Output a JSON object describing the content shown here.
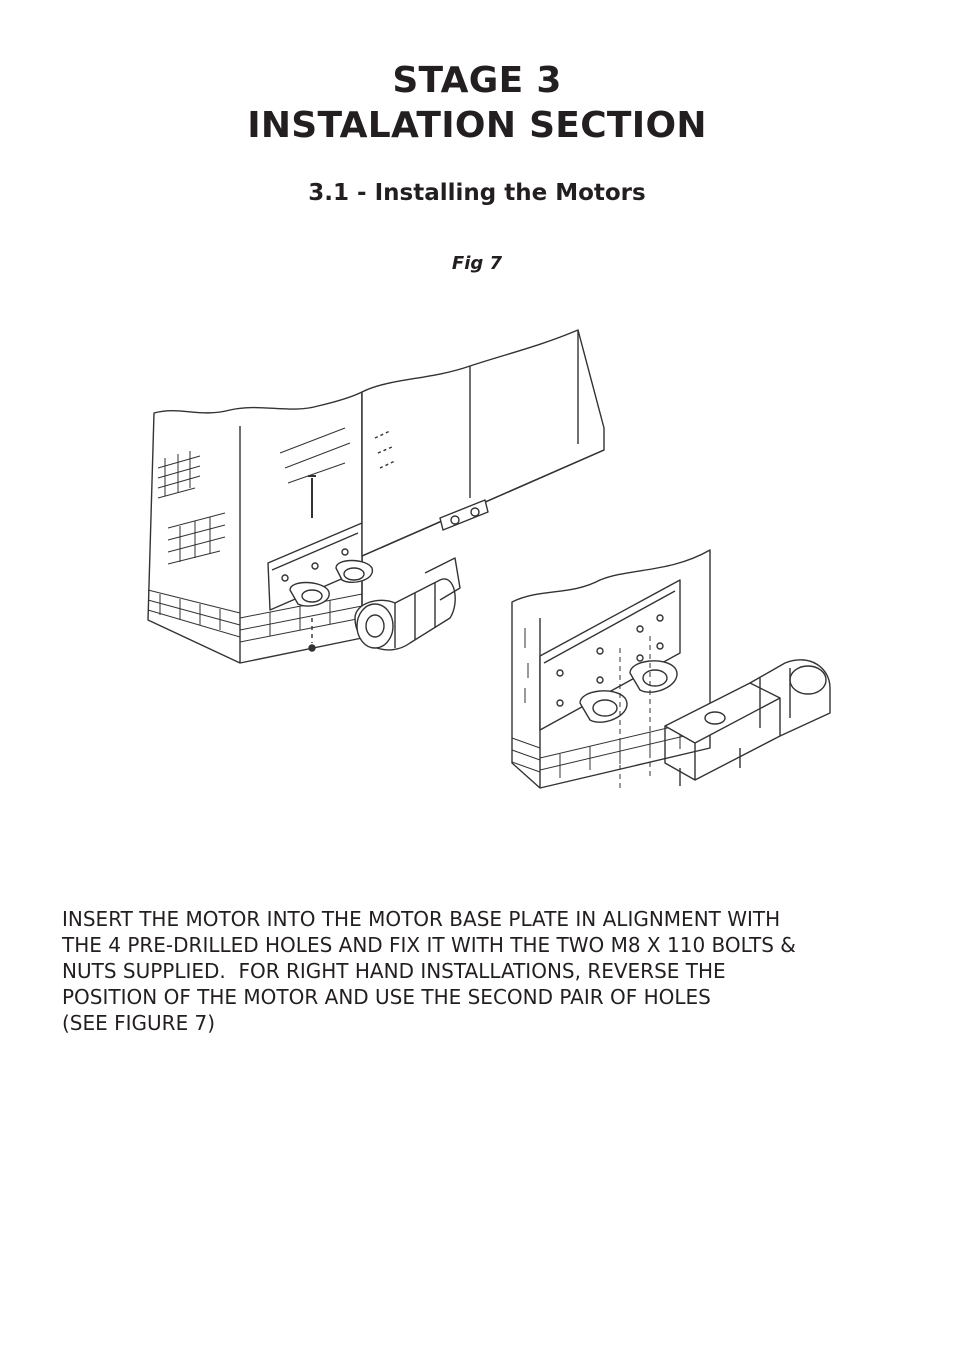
{
  "header": {
    "stage": "STAGE 3",
    "section": "INSTALATION SECTION"
  },
  "subsection": "3.1 - Installing the Motors",
  "figure": {
    "label": "Fig 7"
  },
  "instructions": {
    "lines": [
      "INSERT THE MOTOR INTO THE MOTOR BASE PLATE IN ALIGNMENT WITH",
      "THE 4 PRE-DRILLED HOLES AND FIX IT WITH THE TWO M8 X 110 BOLTS &",
      "NUTS SUPPLIED.  FOR RIGHT HAND INSTALLATIONS, REVERSE THE",
      "POSITION OF THE MOTOR AND USE THE SECOND PAIR OF HOLES",
      "(SEE FIGURE 7)"
    ]
  }
}
